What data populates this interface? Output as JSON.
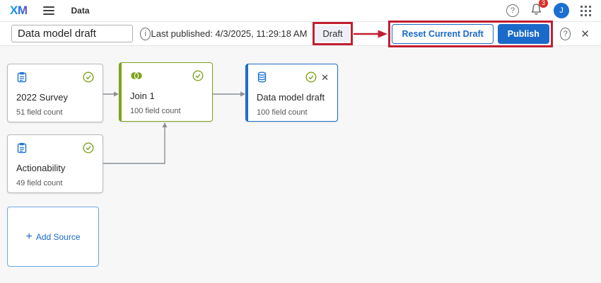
{
  "topbar": {
    "logo": "XM",
    "page_title": "Data",
    "notifications_count": "3",
    "avatar_initial": "J"
  },
  "toolbar": {
    "model_name_value": "Data model draft",
    "last_published": "Last published: 4/3/2025, 11:29:18 AM",
    "status_badge": "Draft",
    "reset_button_label": "Reset Current Draft",
    "publish_button_label": "Publish"
  },
  "canvas": {
    "nodes": [
      {
        "title": "2022 Survey",
        "subtitle": "51 field count",
        "type": "survey-source"
      },
      {
        "title": "Join 1",
        "subtitle": "100 field count",
        "type": "join"
      },
      {
        "title": "Data model draft",
        "subtitle": "100 field count",
        "type": "output-dataset"
      },
      {
        "title": "Actionability",
        "subtitle": "49 field count",
        "type": "survey-source"
      }
    ],
    "add_source_label": "Add Source"
  },
  "icons": {
    "help_glyph": "?",
    "info_glyph": "i",
    "close_glyph": "✕",
    "node_close_glyph": "✕",
    "plus_glyph": "+"
  },
  "colors": {
    "accent_blue": "#1b6ac9",
    "node_blue_border": "#1b6fc9",
    "join_green": "#7fa41c",
    "annotation_red": "#c11f30",
    "notification_red": "#d93025",
    "canvas_bg": "#f7f7f8"
  }
}
